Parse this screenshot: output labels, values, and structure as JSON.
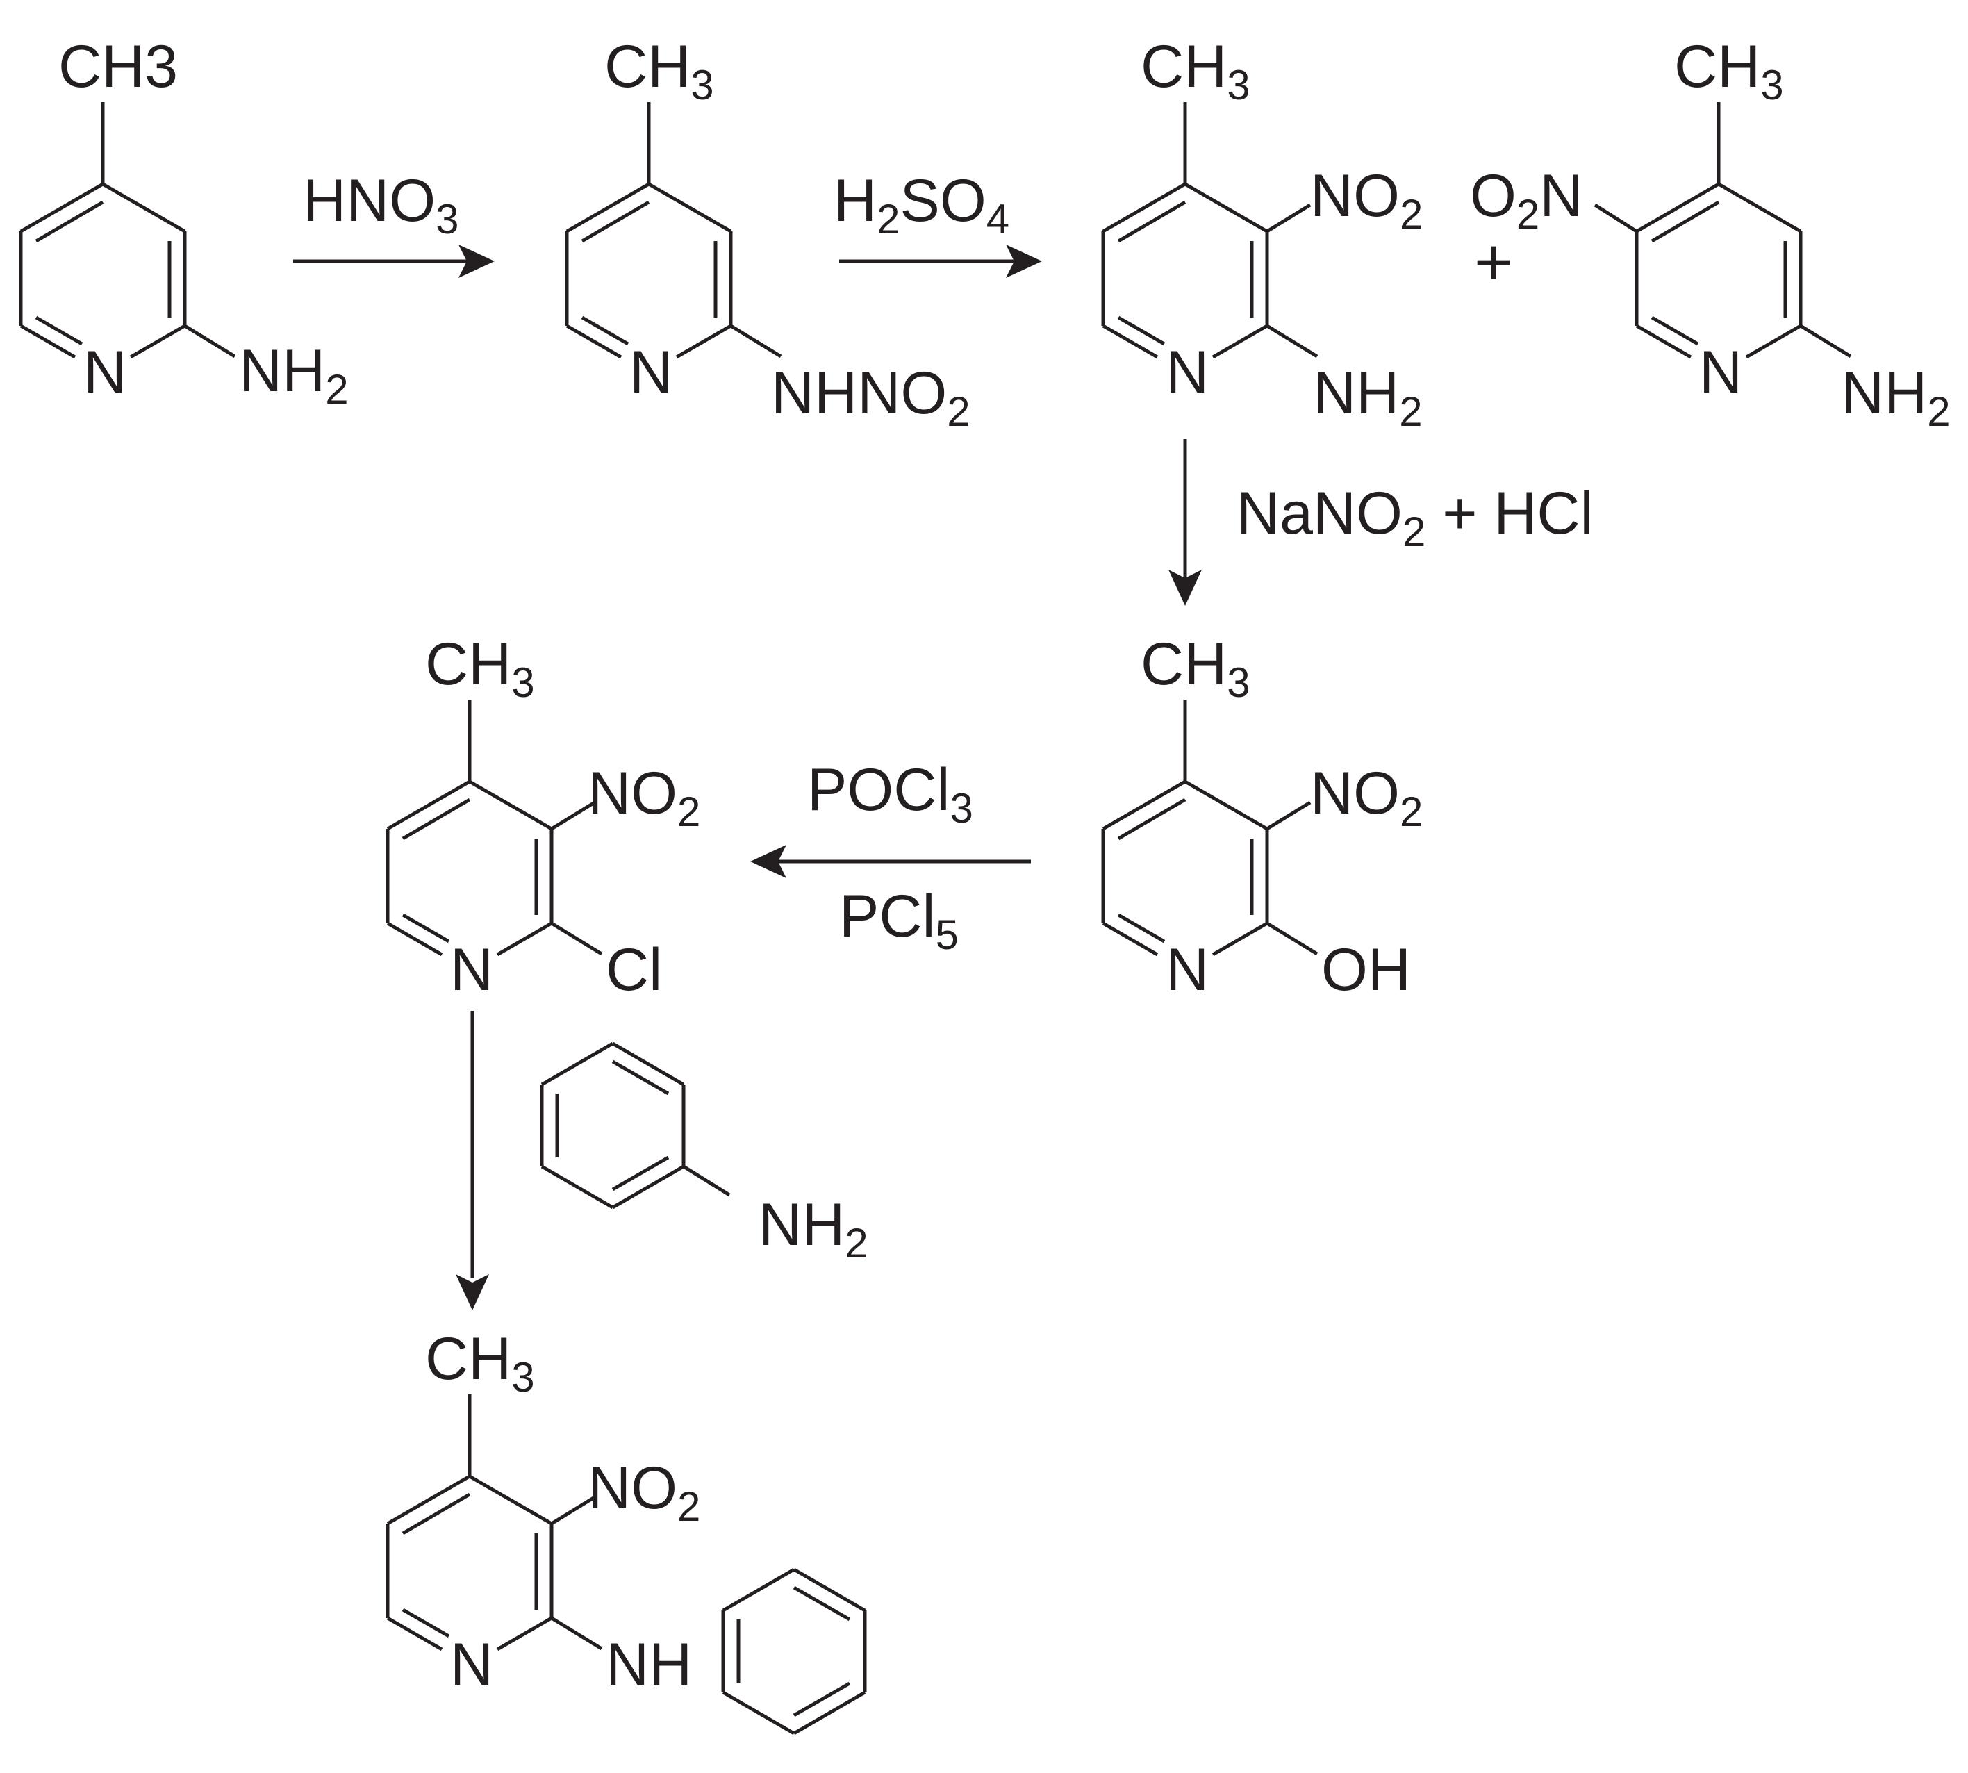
{
  "reagents": {
    "hno3": "HNO3",
    "h2so4": "H2SO4",
    "nano2_hcl": "NaNO2 + HCl",
    "pocl3": "POCl3",
    "pcl5": "PCl5"
  },
  "plus_sign": "+",
  "labels": {
    "ch3": "CH3",
    "n": "N",
    "nh2": "NH2",
    "nhno2": "NHNO2",
    "no2": "NO2",
    "o2n": "O2N",
    "oh": "OH",
    "cl": "Cl",
    "nh": "NH"
  },
  "colors": {
    "ink": "#231f20",
    "background": "#ffffff"
  }
}
